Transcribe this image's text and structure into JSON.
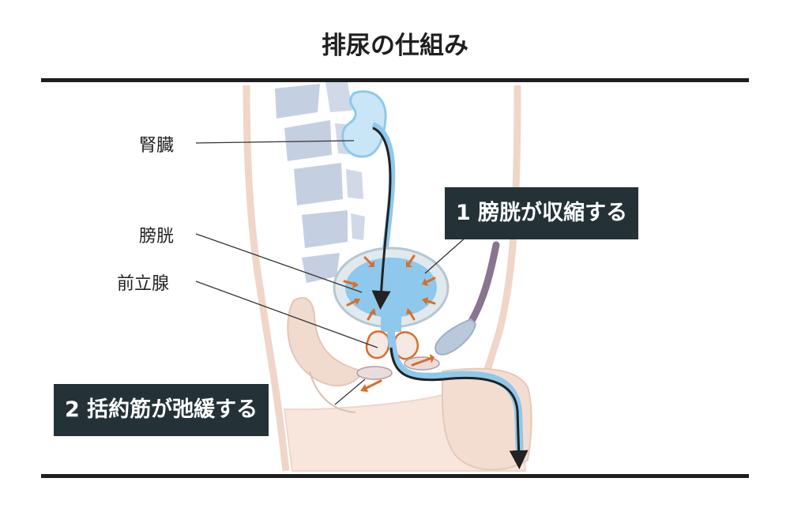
{
  "title": "排尿の仕組み",
  "labels": {
    "kidney": "腎臓",
    "bladder": "膀胱",
    "prostate": "前立腺"
  },
  "callouts": {
    "step1": "1 膀胱が収縮する",
    "step2": "2 括約筋が弛緩する"
  },
  "colors": {
    "urine_flow": "#8ec8ec",
    "flow_arrow": "#222222",
    "contraction_arrow": "#d96d2a",
    "spine": "#c3cde0",
    "body_outline": "#edd3c6",
    "callout_bg": "#243238"
  }
}
